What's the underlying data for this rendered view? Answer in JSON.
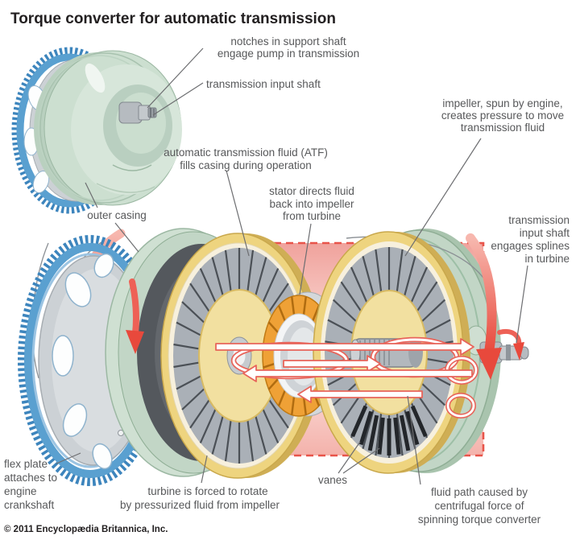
{
  "title": "Torque converter for automatic transmission",
  "copyright": "© 2011 Encyclopædia Britannica, Inc.",
  "colors": {
    "label_text": "#57585a",
    "title_text": "#232021",
    "leader_line": "#6d6e71",
    "red_arrow_light": "#f7b7ae",
    "red_arrow": "#ee6156",
    "red_arrow_head": "#e8493c",
    "fluid_dash": "#e8544a",
    "fluid_arrow_outline": "#e8645a",
    "fluid_pink_top": "#f0a29c",
    "fluid_pink_mid": "#fbdfdc",
    "gear_blue": "#3d85bd",
    "casing_green": "#c2d6c6",
    "casing_interior": "#54585d",
    "rim_yellow": "#eed47f",
    "rim_gold": "#cfae55",
    "inner_yellow": "#f2e0a0",
    "cream": "#f7f0dd",
    "vane_gray": "#aab0b7",
    "vane_slit": "#4b5056",
    "stator_orange": "#efa136",
    "metal_gray": "#b9bec3",
    "plate_gray": "#ccd1d5"
  },
  "labels": {
    "notches": {
      "lines": [
        "notches in support shaft",
        "engage pump in transmission"
      ]
    },
    "input_shaft_top": {
      "text": "transmission input shaft"
    },
    "atf": {
      "lines": [
        "automatic transmission fluid (ATF)",
        "fills casing during operation"
      ]
    },
    "stator": {
      "lines": [
        "stator directs fluid",
        "back into impeller",
        "from turbine"
      ]
    },
    "outer_casing": {
      "text": "outer casing"
    },
    "impeller": {
      "lines": [
        "impeller, spun by engine,",
        "creates pressure to move",
        "transmission fluid"
      ]
    },
    "input_shaft_right": {
      "lines": [
        "transmission",
        "input shaft",
        "engages splines",
        "in turbine"
      ]
    },
    "flex_plate": {
      "lines": [
        "flex plate",
        "attaches to",
        "engine",
        "crankshaft"
      ]
    },
    "turbine": {
      "lines": [
        "turbine is forced to rotate",
        "by pressurized fluid from impeller"
      ]
    },
    "vanes": {
      "text": "vanes"
    },
    "fluid_path": {
      "lines": [
        "fluid path caused by",
        "centrifugal force of",
        "spinning torque converter"
      ]
    }
  }
}
